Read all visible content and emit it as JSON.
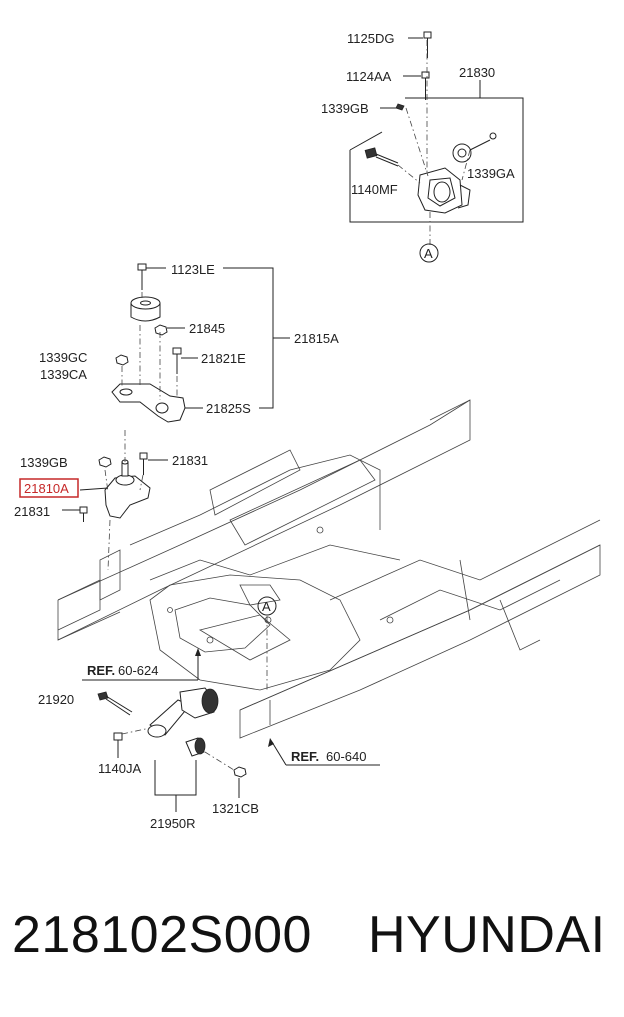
{
  "diagram": {
    "labels": {
      "l1125dg": "1125DG",
      "l1124aa": "1124AA",
      "l21830": "21830",
      "l1339gb_top": "1339GB",
      "l1140mf": "1140MF",
      "l1339ga": "1339GA",
      "lA_top": "A",
      "l1123le": "1123LE",
      "l21845": "21845",
      "l21815a": "21815A",
      "l1339gc": "1339GC",
      "l1339ca": "1339CA",
      "l21821e": "21821E",
      "l21825s": "21825S",
      "l1339gb_mid": "1339GB",
      "l21831_right": "21831",
      "l21810a": "21810A",
      "l21831_left": "21831",
      "lA_frame": "A",
      "ref1_bold": "REF.",
      "ref1_num": "60-624",
      "l21920": "21920",
      "l1140ja": "1140JA",
      "ref2_bold": "REF.",
      "ref2_num": "60-640",
      "l1321cb": "1321CB",
      "l21950r": "21950R"
    },
    "highlight_color": "#c62828"
  },
  "footer": {
    "part_number": "218102S000",
    "brand": "HYUNDAI"
  }
}
